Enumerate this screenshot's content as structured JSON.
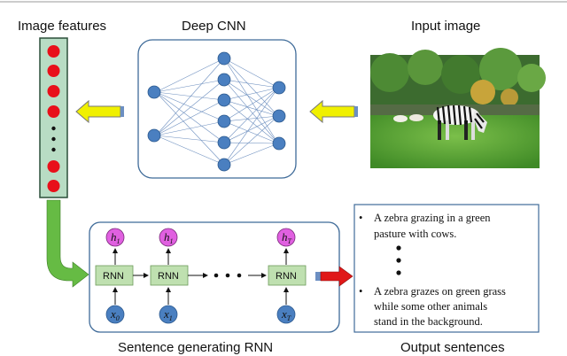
{
  "titles": {
    "image_features": "Image features",
    "deep_cnn": "Deep CNN",
    "input_image": "Input image",
    "sentence_rnn": "Sentence generating RNN",
    "output_sentences": "Output sentences"
  },
  "rnn": {
    "cell_label": "RNN",
    "hidden_labels": [
      {
        "var": "h",
        "sub": "1"
      },
      {
        "var": "h",
        "sub": "1"
      },
      {
        "var": "h",
        "sub": "T"
      }
    ],
    "input_labels": [
      {
        "var": "x",
        "sub": "0"
      },
      {
        "var": "x",
        "sub": "1"
      },
      {
        "var": "x",
        "sub": "T"
      }
    ]
  },
  "sentences": {
    "first": [
      "A zebra grazing in a green",
      "pasture with cows."
    ],
    "second": [
      "A zebra grazes on green grass",
      "while some other animals",
      "stand in the background."
    ]
  },
  "colors": {
    "feature_vector_fill": "#b8dcc4",
    "feature_dot": "#e8101a",
    "cnn_node": "#4a7fc0",
    "hidden_node": "#e060e0",
    "input_node": "#4a7fc0",
    "rnn_cell": "#bfe0b0",
    "yellow_arrow": "#f0f000",
    "green_arrow": "#66bb44",
    "red_arrow": "#e01818"
  }
}
